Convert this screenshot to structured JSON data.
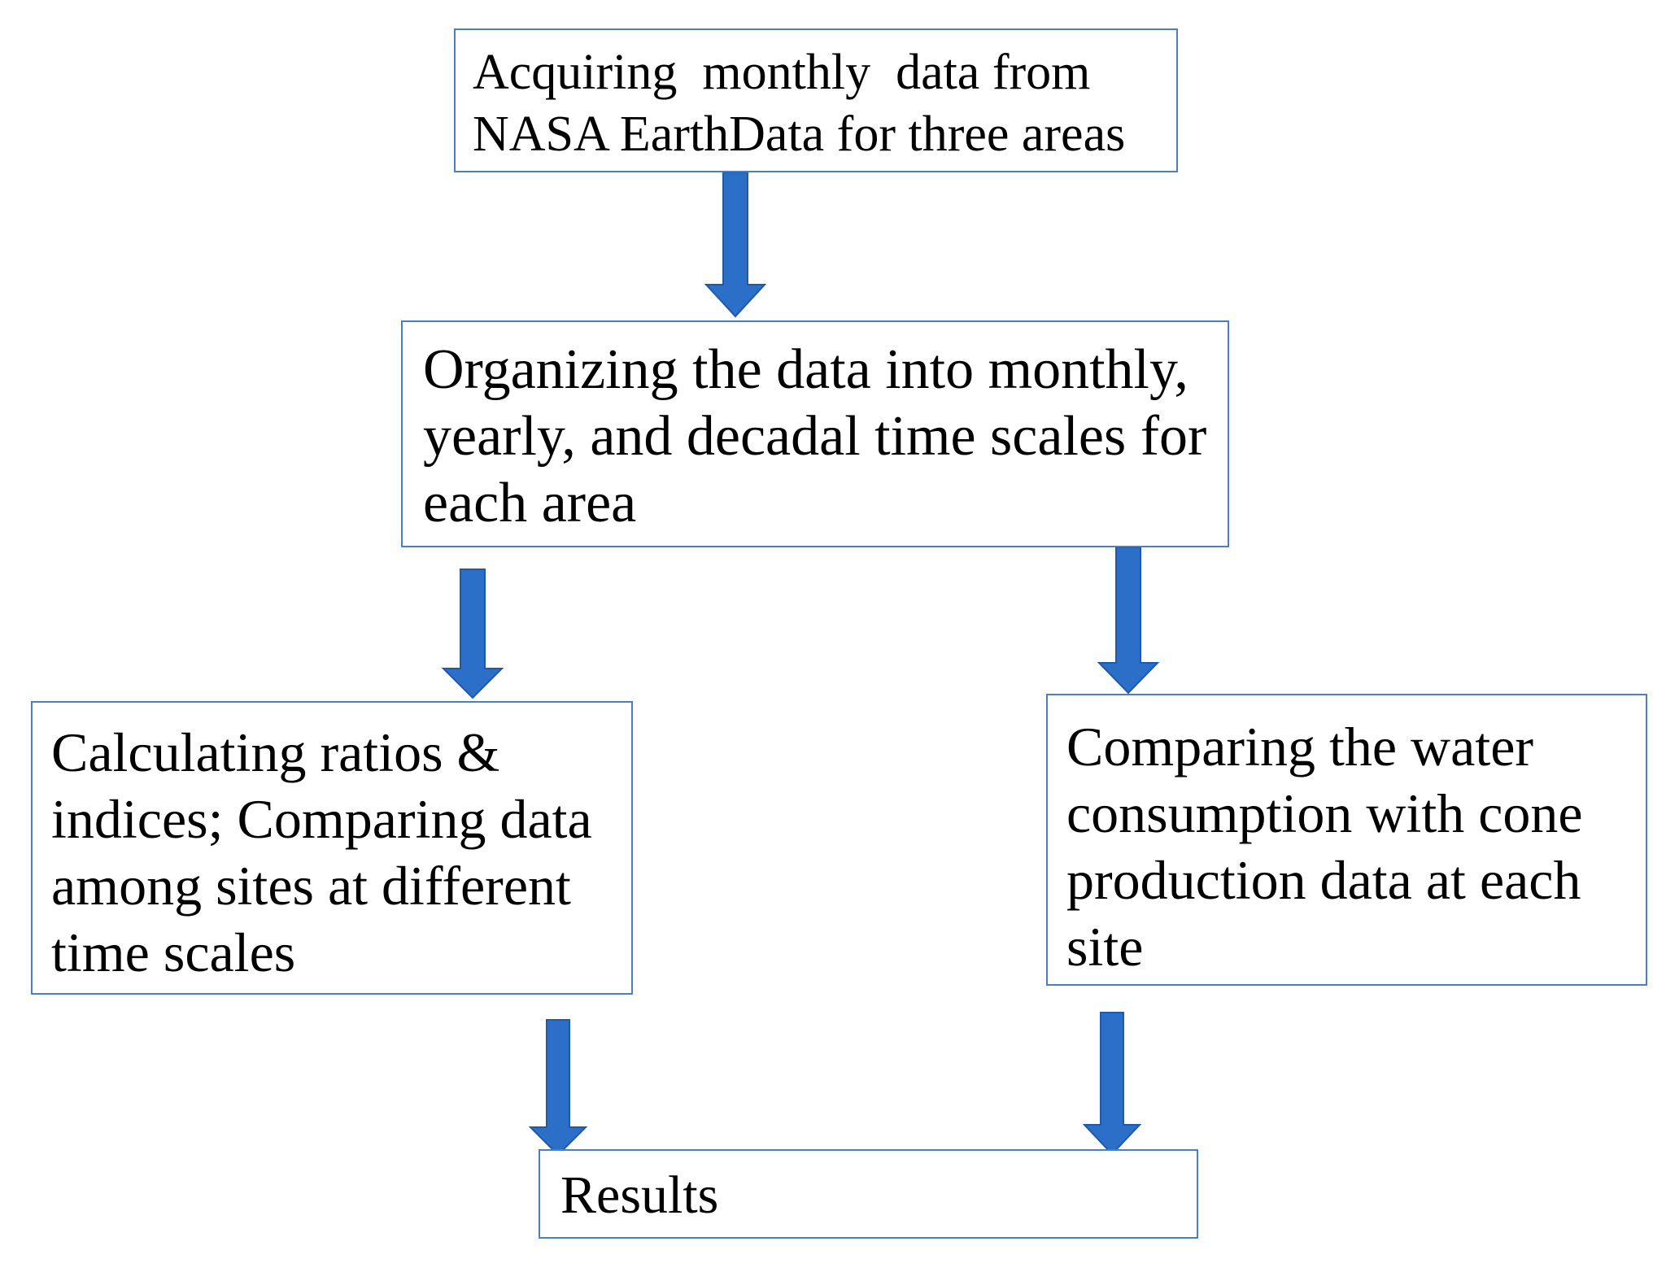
{
  "colors": {
    "box_border": "#4a7fc6",
    "arrow_fill": "#2b6fc8",
    "arrow_stroke": "#1f5aa8",
    "text": "#000000",
    "background": "#ffffff"
  },
  "steps": {
    "acquire": {
      "text": "Acquiring  monthly  data from\nNASA EarthData for three areas"
    },
    "organize": {
      "text": "Organizing the data into monthly,\nyearly, and decadal time scales for\neach area"
    },
    "calculate": {
      "text": "Calculating ratios &\nindices; Comparing data\namong sites at different\ntime scales"
    },
    "compare": {
      "text": "Comparing the water\nconsumption with cone\nproduction data at each\nsite"
    },
    "results": {
      "text": "Results"
    }
  },
  "connectors": [
    {
      "from": "acquire",
      "to": "organize"
    },
    {
      "from": "organize",
      "to": "calculate"
    },
    {
      "from": "organize",
      "to": "compare"
    },
    {
      "from": "calculate",
      "to": "results"
    },
    {
      "from": "compare",
      "to": "results"
    }
  ]
}
